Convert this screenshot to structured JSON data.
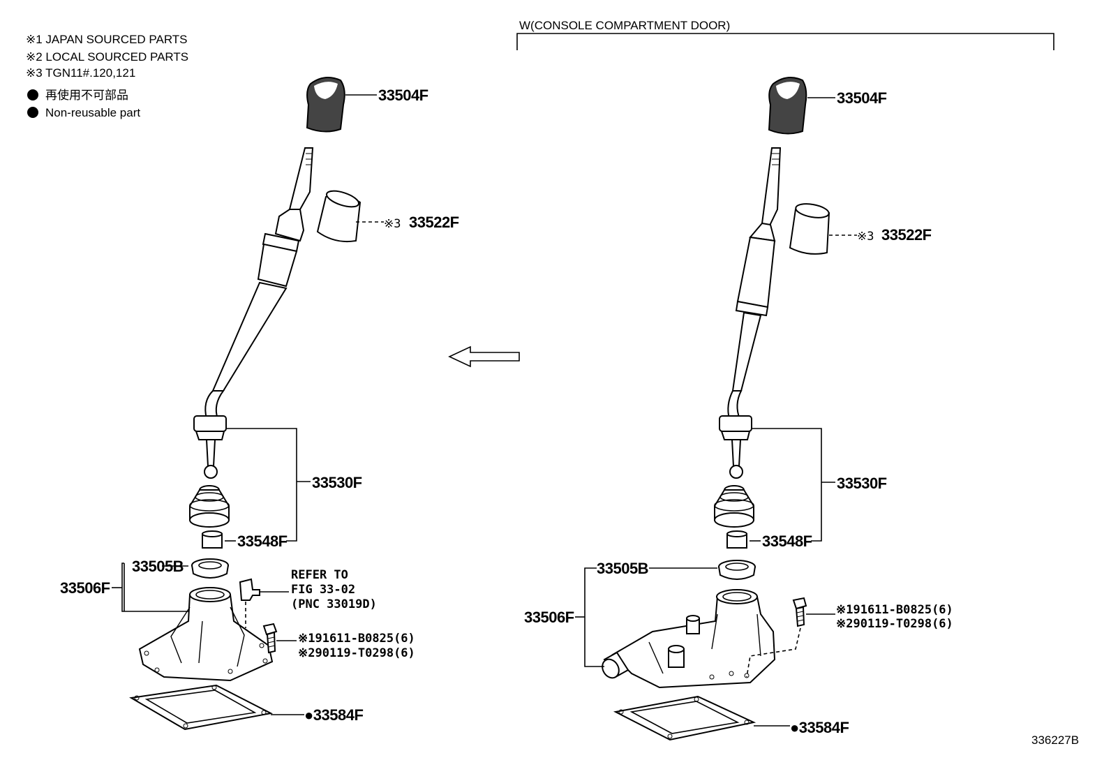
{
  "legend": {
    "note1": "※1 JAPAN SOURCED PARTS",
    "note2": "※2 LOCAL SOURCED PARTS",
    "note3": "※3 TGN11#.120,121",
    "non_reusable_jp": "再使用不可部品",
    "non_reusable_en": "Non-reusable part"
  },
  "variant_title": "W(CONSOLE COMPARTMENT DOOR)",
  "left": {
    "knob": "33504F",
    "boot_prefix": "※3",
    "boot": "33522F",
    "lever_assy": "33530F",
    "bushing": "33548F",
    "seat": "33505B",
    "retainer": "33506F",
    "refer1": "REFER TO",
    "refer2": "FIG 33-02",
    "refer3": "(PNC 33019D)",
    "bolt1": "※191611-B0825(6)",
    "bolt2": "※290119-T0298(6)",
    "gasket": "●33584F"
  },
  "right": {
    "knob": "33504F",
    "boot_prefix": "※3",
    "boot": "33522F",
    "lever_assy": "33530F",
    "bushing": "33548F",
    "seat": "33505B",
    "retainer": "33506F",
    "bolt1": "※191611-B0825(6)",
    "bolt2": "※290119-T0298(6)",
    "gasket": "●33584F"
  },
  "figure_code": "336227B"
}
